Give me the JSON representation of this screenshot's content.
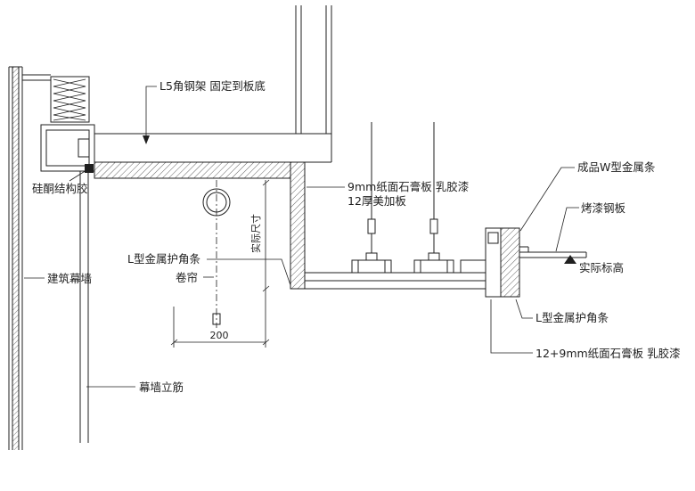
{
  "drawing": {
    "colors": {
      "ink": "#1f1f1f",
      "background": "#ffffff"
    },
    "labels": {
      "l5_angle": "L5角钢架  固定到板底",
      "silicone": "硅酮结构胶",
      "board9": "9mm纸面石膏板  乳胶漆",
      "mega12": "12厚美加板",
      "l_corner_left": "L型金属护角条",
      "roller": "卷帘",
      "curtain": "建筑幕墙",
      "stud": "幕墙立筋",
      "w_strip": "成品W型金属条",
      "steel": "烤漆钢板",
      "level": "实际标高",
      "l_corner_right": "L型金属护角条",
      "board129": "12+9mm纸面石膏板  乳胶漆"
    },
    "dimensions": {
      "width_200": "200",
      "actual_size": "实际尺寸"
    }
  }
}
